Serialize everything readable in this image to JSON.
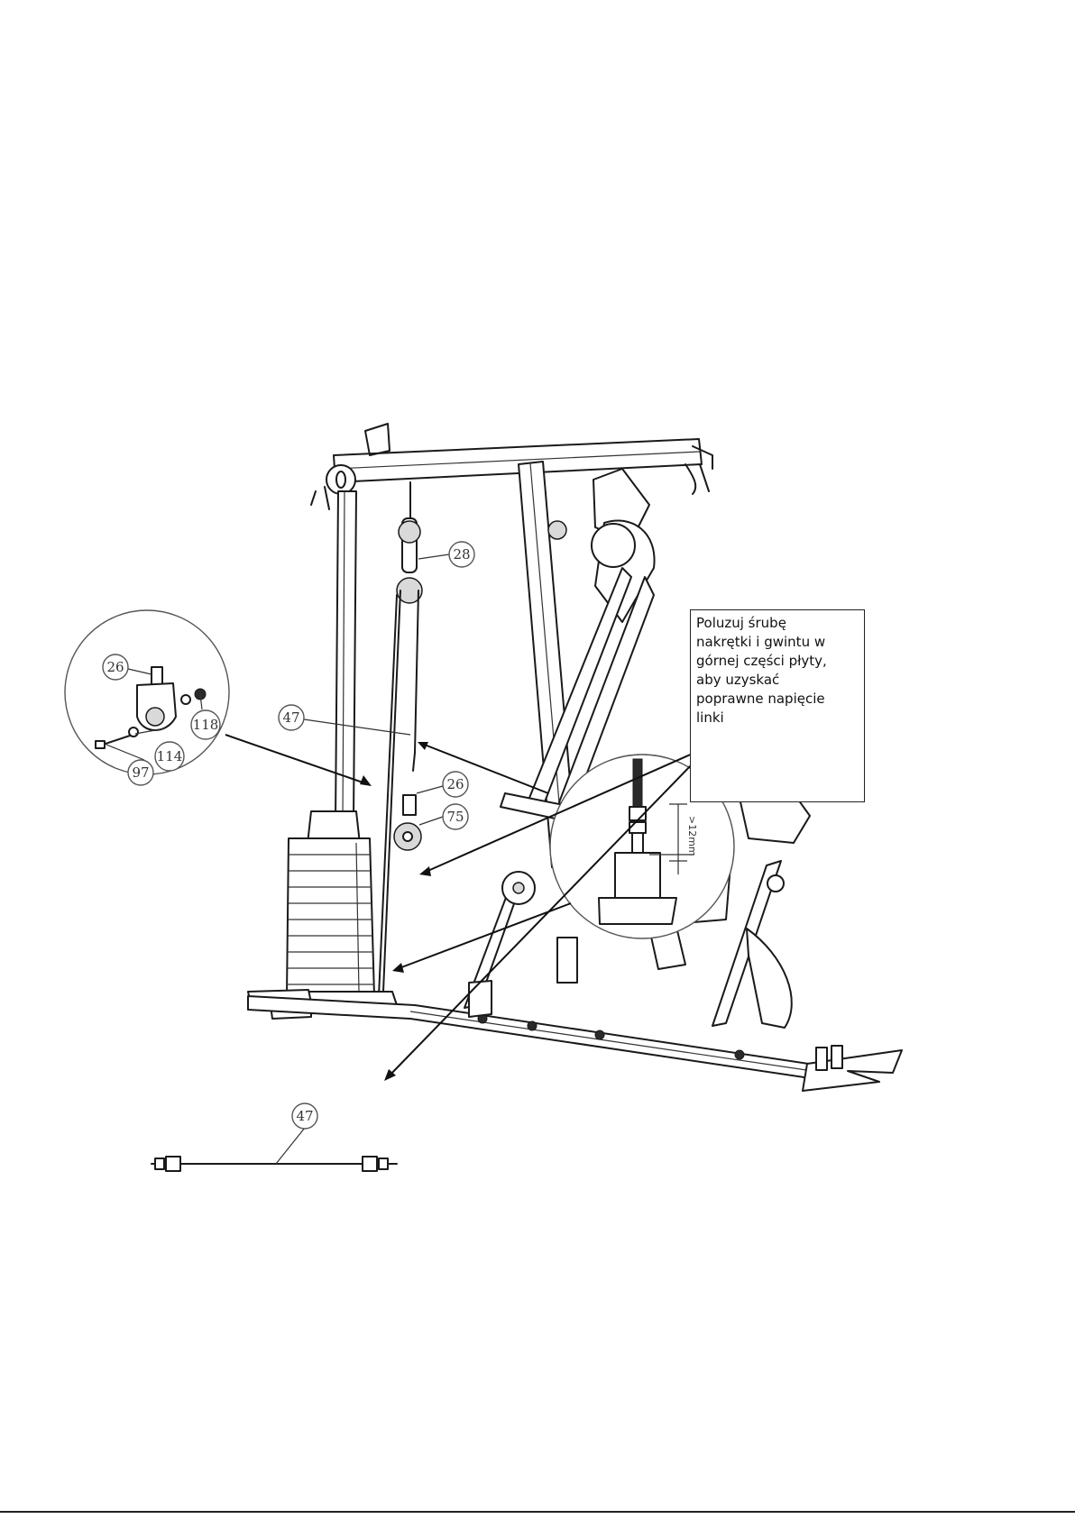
{
  "note": {
    "text": "Poluzuj śrubę\nnakrętki i gwintu w\ngórnej części płyty,\naby uzyskać\npoprawne napięcie\nlinki"
  },
  "callouts": [
    "28",
    "26",
    "118",
    "114",
    "97",
    "47",
    "26",
    "75",
    "47"
  ],
  "dimension_label": ">12mm",
  "footer": {
    "text": ""
  }
}
